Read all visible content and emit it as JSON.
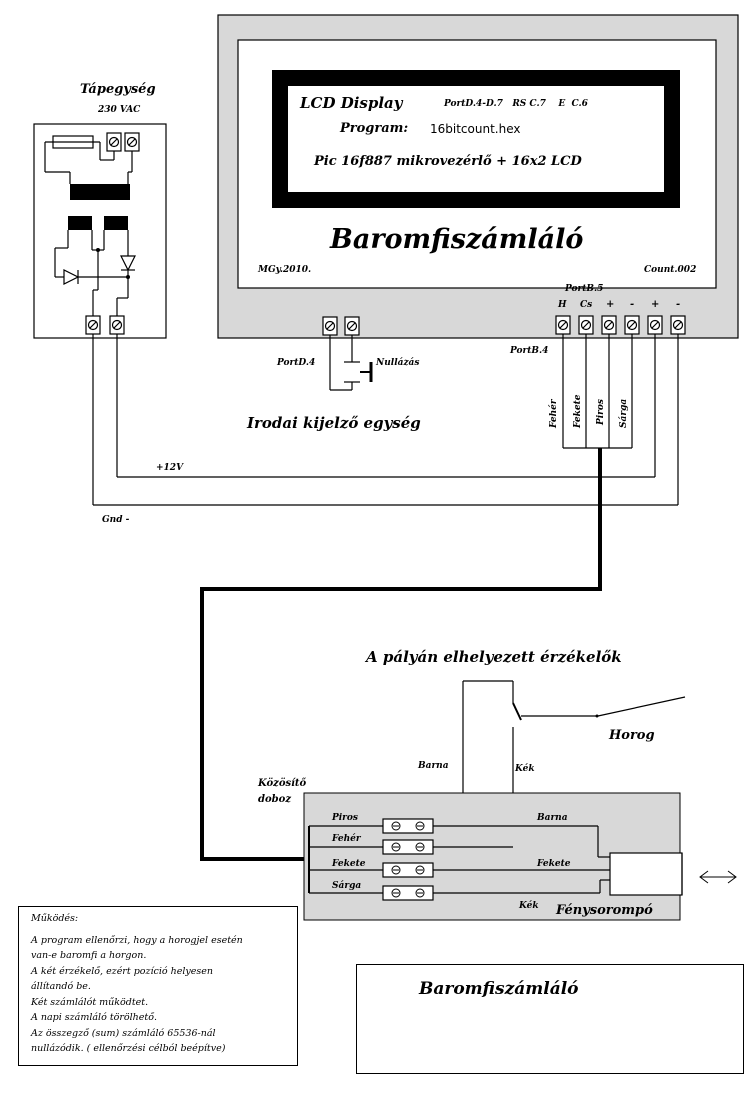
{
  "power": {
    "title": "Tápegység",
    "voltage": "230 VAC"
  },
  "display_unit": {
    "lcd_label": "LCD Display",
    "pins": "PortD.4-D.7   RS C.7    E  C.6",
    "program_label": "Program:",
    "program_file": "16bitcount.hex",
    "mcu": "Pic 16f887 mikrovezérlő + 16x2 LCD",
    "main_title": "Baromfiszámláló",
    "author": "MGy.2010.",
    "version": "Count.002",
    "name": "Irodai kijelző egység"
  },
  "ports": {
    "portb5": "PortB.5",
    "portb4": "PortB.4",
    "portd4": "PortD.4",
    "reset": "Nullázás",
    "terminal_labels": [
      "H",
      "Cs",
      "+",
      "-",
      "+",
      "-"
    ]
  },
  "cable_colors": [
    "Fehér",
    "Fekete",
    "Piros",
    "Sárga"
  ],
  "supply": {
    "plus": "+12V",
    "gnd": "Gnd -"
  },
  "sensors": {
    "title": "A pályán elhelyezett érzékelők",
    "hook": "Horog",
    "brown": "Barna",
    "blue": "Kék"
  },
  "junction": {
    "title_line1": "Közösítő",
    "title_line2": "doboz",
    "left_labels": [
      "Piros",
      "Fehér",
      "Fekete",
      "Sárga"
    ],
    "right_labels": [
      "Barna",
      "Fekete",
      "Kék"
    ],
    "barrier": "Fénysorompó"
  },
  "operation": {
    "header": "Működés:",
    "lines": [
      "A program ellenőrzi, hogy a horogjel esetén",
      "van-e baromfi a horgon.",
      "A két érzékelő, ezért pozíció helyesen",
      "állítandó be.",
      "Két számlálót működtet.",
      "A napi számláló törölhető.",
      "Az összegző (sum) számláló 65536-nál",
      "nullázódik. ( ellenőrzési célból beépítve)"
    ]
  },
  "title_block": "Baromfiszámláló"
}
